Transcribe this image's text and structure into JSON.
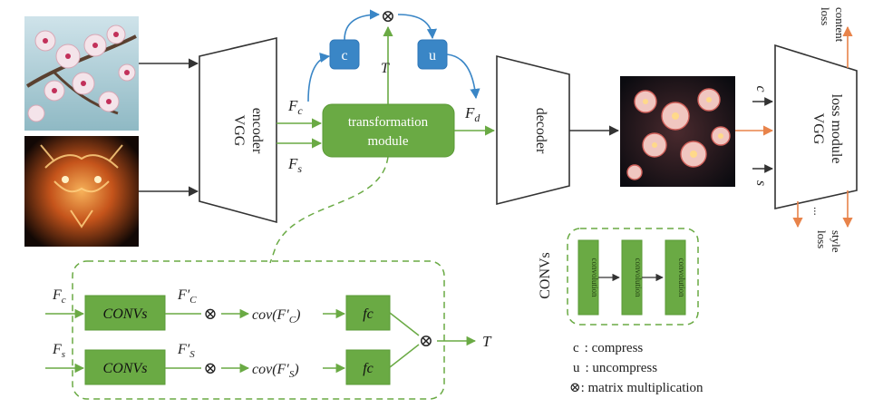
{
  "colors": {
    "green_fill": "#6aaa44",
    "green_stroke": "#5a9a36",
    "green_light": "#9fcf7c",
    "blue_fill": "#3a86c6",
    "blue_stroke": "#2f77b8",
    "orange": "#e8834a",
    "line": "#333333"
  },
  "images": {
    "content": "cherry-blossom-photo",
    "style": "glowing-tiger-artwork",
    "output": "stylized-blossom-result"
  },
  "encoder": {
    "line1": "VGG",
    "line2": "encoder"
  },
  "decoder": {
    "label": "decoder"
  },
  "loss_module": {
    "line1": "VGG",
    "line2": "loss module"
  },
  "transform": {
    "line1": "transformation",
    "line2": "module"
  },
  "ops": {
    "compress": "c",
    "uncompress": "u",
    "multiply": "⊗"
  },
  "features": {
    "fc": "F",
    "fc_sub": "c",
    "fs": "F",
    "fs_sub": "s",
    "fd": "F",
    "fd_sub": "d",
    "t": "T"
  },
  "loss_inputs": {
    "c": "c",
    "s": "s"
  },
  "losses": {
    "content_1": "content",
    "content_2": "loss",
    "style_1": "style",
    "style_2": "loss",
    "dots": "..."
  },
  "detail": {
    "in_c": "F",
    "in_c_sub": "c",
    "in_s": "F",
    "in_s_sub": "s",
    "convs": "CONVs",
    "fc_prime": "F′",
    "fc_prime_sub": "C",
    "fs_prime": "F′",
    "fs_prime_sub": "S",
    "mult": "⊗",
    "cov_c_pre": "cov(F′",
    "cov_c_sub": "C",
    "cov_c_post": ")",
    "cov_s_pre": "cov(F′",
    "cov_s_sub": "S",
    "cov_s_post": ")",
    "fc_block": "fc",
    "out": "T"
  },
  "convs_legend": {
    "title": "CONVs",
    "blocks": [
      "convolution",
      "convolution",
      "convolution"
    ]
  },
  "legend": {
    "c_key": "c",
    "c_text": ": compress",
    "u_key": "u",
    "u_text": ": uncompress",
    "m_key": "⊗",
    "m_text": ": matrix multiplication"
  }
}
